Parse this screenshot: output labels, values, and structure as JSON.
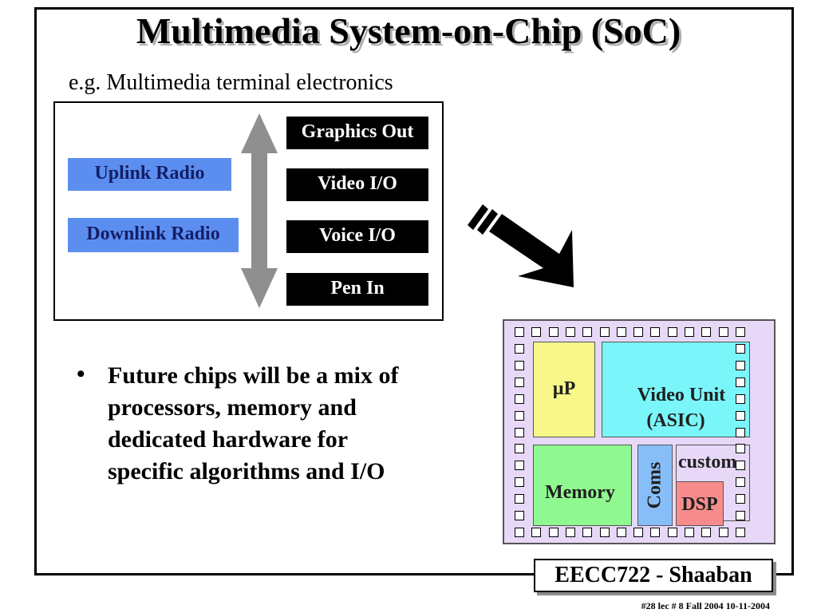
{
  "slide": {
    "title": "Multimedia System-on-Chip (SoC)",
    "subtitle": "e.g. Multimedia terminal electronics"
  },
  "terminal": {
    "radios": [
      "Uplink Radio",
      "Downlink Radio"
    ],
    "io_blocks": [
      "Graphics Out",
      "Video I/O",
      "Voice I/O",
      "Pen In"
    ]
  },
  "bullet": {
    "marker": "•",
    "lines": [
      "Future chips will be a mix of",
      "processors, memory and",
      "dedicated hardware for",
      "specific algorithms and I/O"
    ]
  },
  "chip": {
    "up_label": "µP",
    "video_unit_line1": "Video Unit",
    "video_unit_line2": "(ASIC)",
    "memory_label": "Memory",
    "coms_label": "Coms",
    "custom_label": "custom",
    "dsp_label": "DSP",
    "colors": {
      "die": "#e6d8f6",
      "up": "#f8f88a",
      "video": "#7af6fa",
      "memory": "#90f890",
      "coms": "#88bef8",
      "custom": "#e6d8f6",
      "dsp": "#f88c8c"
    }
  },
  "footer": {
    "course": "EECC722 - Shaaban",
    "meta": "#28   lec # 8     Fall 2004   10-11-2004"
  }
}
